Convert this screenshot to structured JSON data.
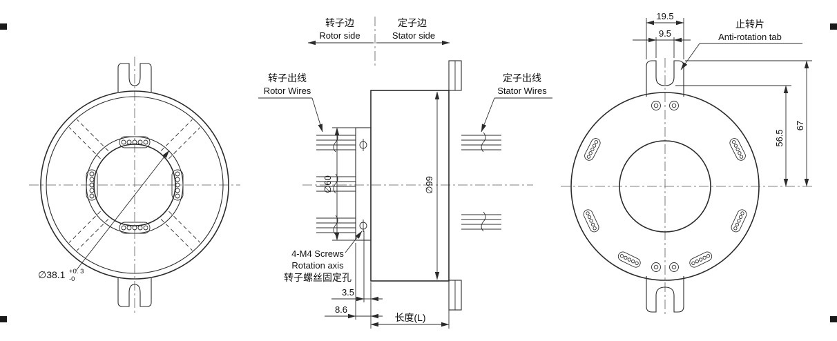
{
  "meta": {
    "background": "#ffffff",
    "line_color": "#2b2b2b",
    "centerline_color": "#5a5a5a"
  },
  "side_markers": {
    "rotor_cn": "转子边",
    "rotor_en": "Rotor side",
    "stator_cn": "定子边",
    "stator_en": "Stator  side"
  },
  "callouts": {
    "rotor_wires_cn": "转子出线",
    "rotor_wires_en": "Rotor Wires",
    "stator_wires_cn": "定子出线",
    "stator_wires_en": "Stator Wires",
    "screws_en1": "4-M4 Screws",
    "screws_en2": "Rotation axis",
    "screws_cn": "转子螺丝固定孔",
    "tab_cn": "止转片",
    "tab_en": "Anti-rotation tab"
  },
  "dims": {
    "bore_dia": "∅38.1",
    "bore_tol_plus": "+0. 3",
    "bore_tol_minus": "-0",
    "flange_dia": "∅60",
    "body_dia": "∅99",
    "offset_a": "3.5",
    "offset_b": "8.6",
    "length": "长度(L)",
    "tab_width": "19.5",
    "tab_slot": "9.5",
    "center_to_slot": "56.5",
    "center_to_tab": "67"
  }
}
